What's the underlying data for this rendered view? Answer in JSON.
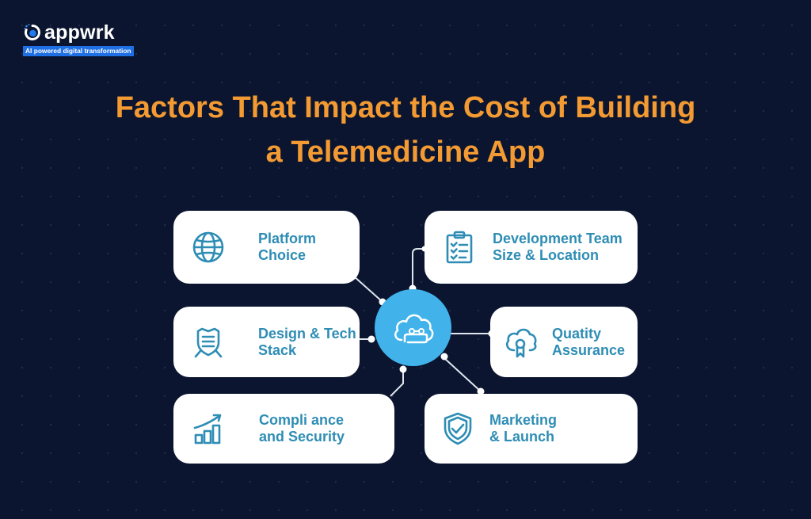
{
  "brand": {
    "name": "appwrk",
    "tagline": "AI powered digital transformation",
    "tagline_bg": "#1f6fe5"
  },
  "title": {
    "line1": "Factors That Impact the Cost of Building",
    "line2": "a Telemedicine App",
    "color": "#f39a32"
  },
  "hub": {
    "icon": "cloud-network-icon",
    "color": "#41b3ea"
  },
  "factors": [
    {
      "id": "platform",
      "label": "Platform\nChoice",
      "icon": "globe-icon"
    },
    {
      "id": "dev-team",
      "label": "Development Team\nSize & Location",
      "icon": "clipboard-checklist-icon"
    },
    {
      "id": "design",
      "label": "Design & Tech\nStack",
      "icon": "shield-tools-icon"
    },
    {
      "id": "qa",
      "label": "Quatity\nAssurance",
      "icon": "cloud-badge-icon"
    },
    {
      "id": "compliance",
      "label": "Compli ance\nand Security",
      "icon": "growth-chart-icon"
    },
    {
      "id": "marketing",
      "label": "Marketing\n& Launch",
      "icon": "shield-check-icon"
    }
  ],
  "colors": {
    "background": "#0b1530",
    "card": "#ffffff",
    "label_text": "#2e8db5"
  }
}
